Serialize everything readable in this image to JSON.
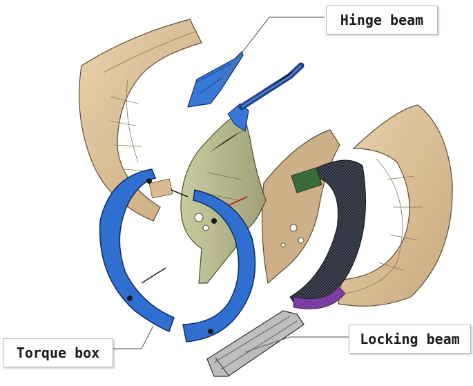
{
  "labels": {
    "hinge_beam": "Hinge beam",
    "locking_beam": "Locking beam",
    "torque_box": "Torque box"
  },
  "colors": {
    "panel_tan": "#d9bd94",
    "panel_tan_dark": "#b89a70",
    "torque_box_blue": "#2f6fd0",
    "hinge_blue": "#3a78d8",
    "frame_olive": "#b7b98c",
    "mesh_dark": "#1a1f2a",
    "locking_beam_gray": "#8a8a8a"
  }
}
